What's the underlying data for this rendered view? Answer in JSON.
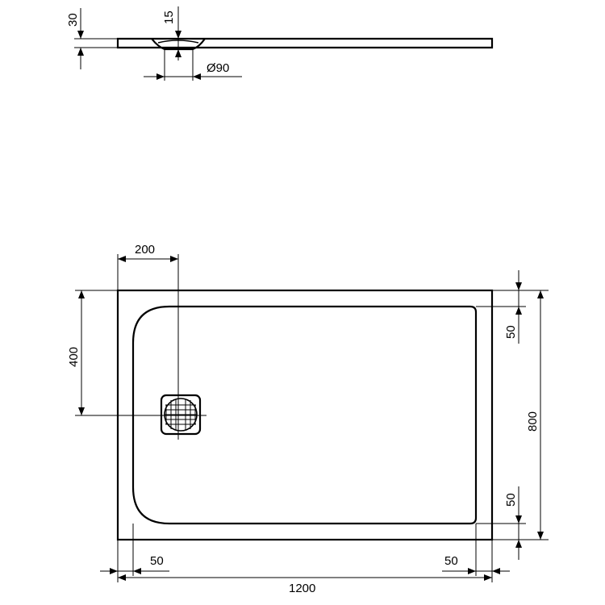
{
  "dimensions": {
    "side_thickness": "30",
    "drain_depth": "15",
    "drain_diameter": "Ø90",
    "drain_offset_x": "200",
    "drain_offset_y": "400",
    "overall_width": "1200",
    "overall_depth": "800",
    "rim_right_top": "50",
    "rim_right_bottom": "50",
    "rim_left": "50",
    "rim_right": "50"
  },
  "colors": {
    "line": "#000000",
    "background": "#ffffff"
  }
}
